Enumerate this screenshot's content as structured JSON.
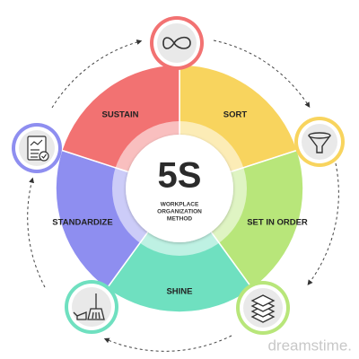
{
  "diagram": {
    "center": {
      "title": "5S",
      "subtitle_lines": [
        "WORKPLACE",
        "ORGANIZATION",
        "METHOD"
      ]
    },
    "segments": [
      {
        "label": "SORT",
        "color": "#f8d45e",
        "icon": "funnel-icon",
        "ring_color": "#f8d45e"
      },
      {
        "label": "SET IN ORDER",
        "color": "#b8e67a",
        "icon": "stacked-layers-icon",
        "ring_color": "#b8e67a"
      },
      {
        "label": "SHINE",
        "color": "#6fe0c0",
        "icon": "broom-dustpan-icon",
        "ring_color": "#6fe0c0"
      },
      {
        "label": "STANDARDIZE",
        "color": "#8e8ef0",
        "icon": "report-checklist-icon",
        "ring_color": "#8e8ef0"
      },
      {
        "label": "SUSTAIN",
        "color": "#f27272",
        "icon": "infinity-icon",
        "ring_color": "#f27272"
      }
    ]
  },
  "watermark": "dreamstime."
}
